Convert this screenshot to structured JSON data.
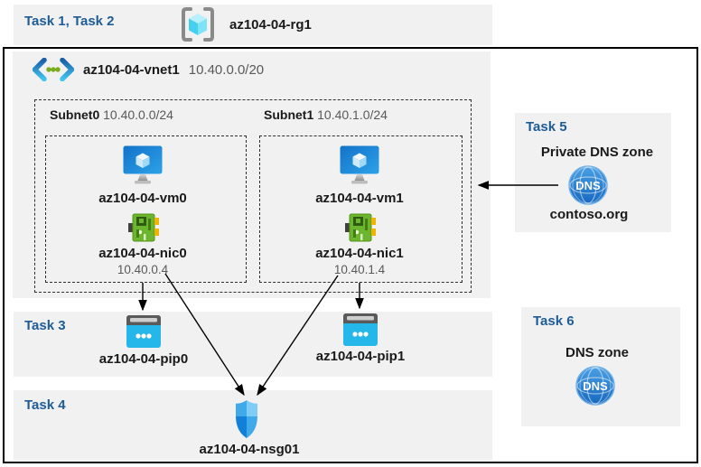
{
  "header": {
    "tasks_label": "Task 1, Task 2",
    "resource_group": "az104-04-rg1"
  },
  "vnet": {
    "name": "az104-04-vnet1",
    "cidr": "10.40.0.0/20",
    "subnets": [
      {
        "name": "Subnet0",
        "cidr": "10.40.0.0/24",
        "vm": "az104-04-vm0",
        "nic": "az104-04-nic0",
        "ip": "10.40.0.4"
      },
      {
        "name": "Subnet1",
        "cidr": "10.40.1.0/24",
        "vm": "az104-04-vm1",
        "nic": "az104-04-nic1",
        "ip": "10.40.1.4"
      }
    ]
  },
  "task3": {
    "label": "Task 3",
    "pip0": "az104-04-pip0",
    "pip1": "az104-04-pip1"
  },
  "task4": {
    "label": "Task 4",
    "nsg": "az104-04-nsg01"
  },
  "task5": {
    "label": "Task 5",
    "title": "Private DNS zone",
    "zone_name": "contoso.org",
    "dns_icon_text": "DNS"
  },
  "task6": {
    "label": "Task 6",
    "title": "DNS zone",
    "dns_icon_text": "DNS"
  },
  "colors": {
    "task_label_blue": "#1e5c97",
    "panel_gray": "#f1f1f1",
    "vm_blue": "#1b7fd4",
    "nic_green": "#6cb52e",
    "pip_cyan": "#25b7ea",
    "dns_blue": "#2e84d6",
    "nsg_blue": "#3fa9ea",
    "arrow_black": "#000000"
  }
}
